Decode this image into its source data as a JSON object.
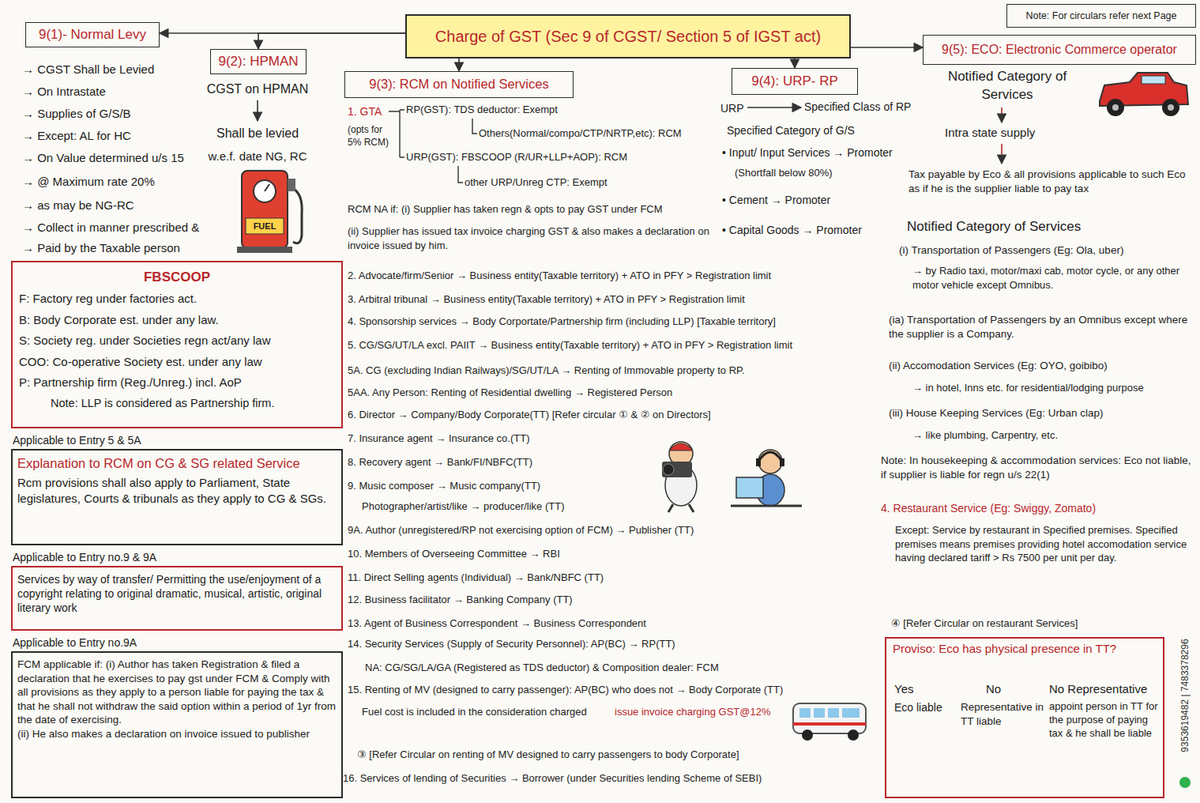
{
  "diagram": {
    "nodes": [
      {
        "text": [
          "Charge of GST (Sec 9 of CGST/ Section 5 of IGST act)"
        ]
      },
      {
        "text": [
          "Note: For circulars refer next Page"
        ]
      },
      {
        "text": [
          "9(1)- Normal Levy"
        ]
      },
      {
        "text": [
          "9(2): HPMAN"
        ]
      },
      {
        "text": [
          "9(3): RCM on Notified Services"
        ]
      },
      {
        "text": [
          "9(4): URP- RP"
        ]
      },
      {
        "text": [
          "9(5): ECO: Electronic Commerce operator"
        ]
      },
      {
        "text": [
          "FBSCOOP",
          "F: Factory reg under factories act.",
          "B: Body Corporate est. under any law.",
          "S: Society reg. under Societies regn act/any law",
          "COO: Co-operative Society est. under any law",
          "P: Partnership firm (Reg./Unreg.) incl. AoP",
          "Note: LLP is considered as Partnership firm."
        ]
      },
      {
        "text": [
          "Applicable to Entry 5 & 5A",
          "Explanation to RCM on CG & SG related Service",
          "Rcm provisions shall also apply to Parliament, State legislatures, Courts & tribunals as they apply to CG & SGs."
        ]
      },
      {
        "text": [
          "Applicable to Entry no.9 & 9A",
          "Services by way of transfer/ Permitting the use/enjoyment of a copyright relating to original dramatic, musical, artistic, original literary work"
        ]
      },
      {
        "text": [
          "Applicable to Entry no.9A",
          "FCM applicable if: (i) Author has taken Registration & filed a declaration that he exercises to pay gst under FCM & Comply with all provisions as they apply to a person liable for paying the tax & that he shall not withdraw the said option within a period of 1yr from the date of exercising.",
          "(ii) He also makes a declaration on invoice issued to publisher"
        ]
      },
      {
        "text": [
          "Proviso: Eco has physical presence in TT?",
          "Yes",
          "Eco liable",
          "No",
          "Representative in TT liable",
          "No Representative",
          "appoint person in TT for the purpose of paying tax & he shall be liable"
        ]
      }
    ],
    "edges": [
      {
        "from": 0,
        "to": 2,
        "arrow": "to"
      },
      {
        "from": 0,
        "to": 3,
        "arrow": "to"
      },
      {
        "from": 0,
        "to": 4,
        "arrow": "to"
      },
      {
        "from": 0,
        "to": 5,
        "arrow": "to"
      },
      {
        "from": 0,
        "to": 6,
        "arrow": "to"
      }
    ],
    "labels": [
      "→ CGST Shall be Levied",
      "→ On Intrastate",
      "→ Supplies of G/S/B",
      "→ Except: AL for HC",
      "→ On Value determined u/s 15",
      "→ @ Maximum rate 20%",
      "→ as may be NG-RC",
      "→ Collect in manner prescribed &",
      "→ Paid by the Taxable person",
      "CGST on HPMAN",
      "Shall be levied",
      "w.e.f. date NG, RC",
      "FUEL",
      "1. GTA",
      "(opts for 5% RCM)",
      "RP(GST): TDS deductor: Exempt",
      "Others(Normal/compo/CTP/NRTP,etc): RCM",
      "URP(GST): FBSCOOP (R/UR+LLP+AOP): RCM",
      "other URP/Unreg CTP: Exempt",
      "RCM NA if: (i) Supplier has taken regn & opts to pay GST under FCM",
      "(ii) Supplier has issued tax invoice charging GST & also makes a declaration on invoice issued by him.",
      "2. Advocate/firm/Senior → Business entity(Taxable territory) + ATO in PFY > Registration limit",
      "3. Arbitral tribunal → Business entity(Taxable territory) + ATO in PFY > Registration limit",
      "4. Sponsorship services → Body Corportate/Partnership firm (including LLP) [Taxable territory]",
      "5. CG/SG/UT/LA excl. PAIIT → Business entity(Taxable territory) + ATO in PFY > Registration limit",
      "5A. CG (excluding Indian Railways)/SG/UT/LA → Renting of Immovable property to RP.",
      "5AA. Any Person: Renting of Residential dwelling → Registered Person",
      "6. Director → Company/Body Corporate(TT) [Refer circular ① & ② on Directors]",
      "7. Insurance agent → Insurance co.(TT)",
      "8. Recovery agent → Bank/FI/NBFC(TT)",
      "9. Music composer → Music company(TT)",
      "Photographer/artist/like → producer/like (TT)",
      "9A. Author (unregistered/RP not exercising option of FCM) → Publisher (TT)",
      "10. Members of Overseeing Committee → RBI",
      "11. Direct Selling agents (Individual) → Bank/NBFC (TT)",
      "12. Business facilitator → Banking Company (TT)",
      "13. Agent of Business Correspondent → Business Correspondent",
      "14. Security Services (Supply of Security Personnel): AP(BC) → RP(TT)",
      "NA: CG/SG/LA/GA (Registered as TDS deductor) & Composition dealer: FCM",
      "15. Renting of MV (designed to carry passenger): AP(BC) who does not → Body Corporate (TT)",
      "Fuel cost is included in the consideration charged",
      "issue invoice charging GST@12%",
      "③ [Refer Circular on renting of MV designed to carry passengers to body Corporate]",
      "16. Services of lending of Securities → Borrower (under Securities lending Scheme of SEBI)",
      "URP",
      "Specified Class of RP",
      "Specified Category of G/S",
      "• Input/ Input Services → Promoter",
      "(Shortfall below 80%)",
      "• Cement → Promoter",
      "• Capital Goods → Promoter",
      "Notified Category of Services",
      "Intra state supply",
      "Tax payable by Eco & all provisions applicable to such Eco as if he is the supplier liable to pay tax",
      "Notified Category of Services",
      "(i) Transportation of Passengers (Eg: Ola, uber)",
      "→ by Radio taxi, motor/maxi cab, motor cycle, or any other motor vehicle except Omnibus.",
      "(ia) Transportation of Passengers by an Omnibus except where the supplier is a Company.",
      "(ii) Accomodation Services (Eg: OYO, goibibo)",
      "→ in hotel, Inns etc. for residential/lodging purpose",
      "(iii) House Keeping Services (Eg: Urban clap)",
      "→ like plumbing, Carpentry, etc.",
      "Note: In housekeeping & accommodation services: Eco not liable, if supplier is liable for regn u/s 22(1)",
      "4. Restaurant Service (Eg: Swiggy, Zomato)",
      "Except: Service by restaurant in Specified premises. Specified premises means premises providing hotel accomodation service having declared tariff > Rs 7500 per unit per day.",
      "④ [Refer Circular on restaurant Services]",
      "9353619482 | 7483378296"
    ]
  }
}
